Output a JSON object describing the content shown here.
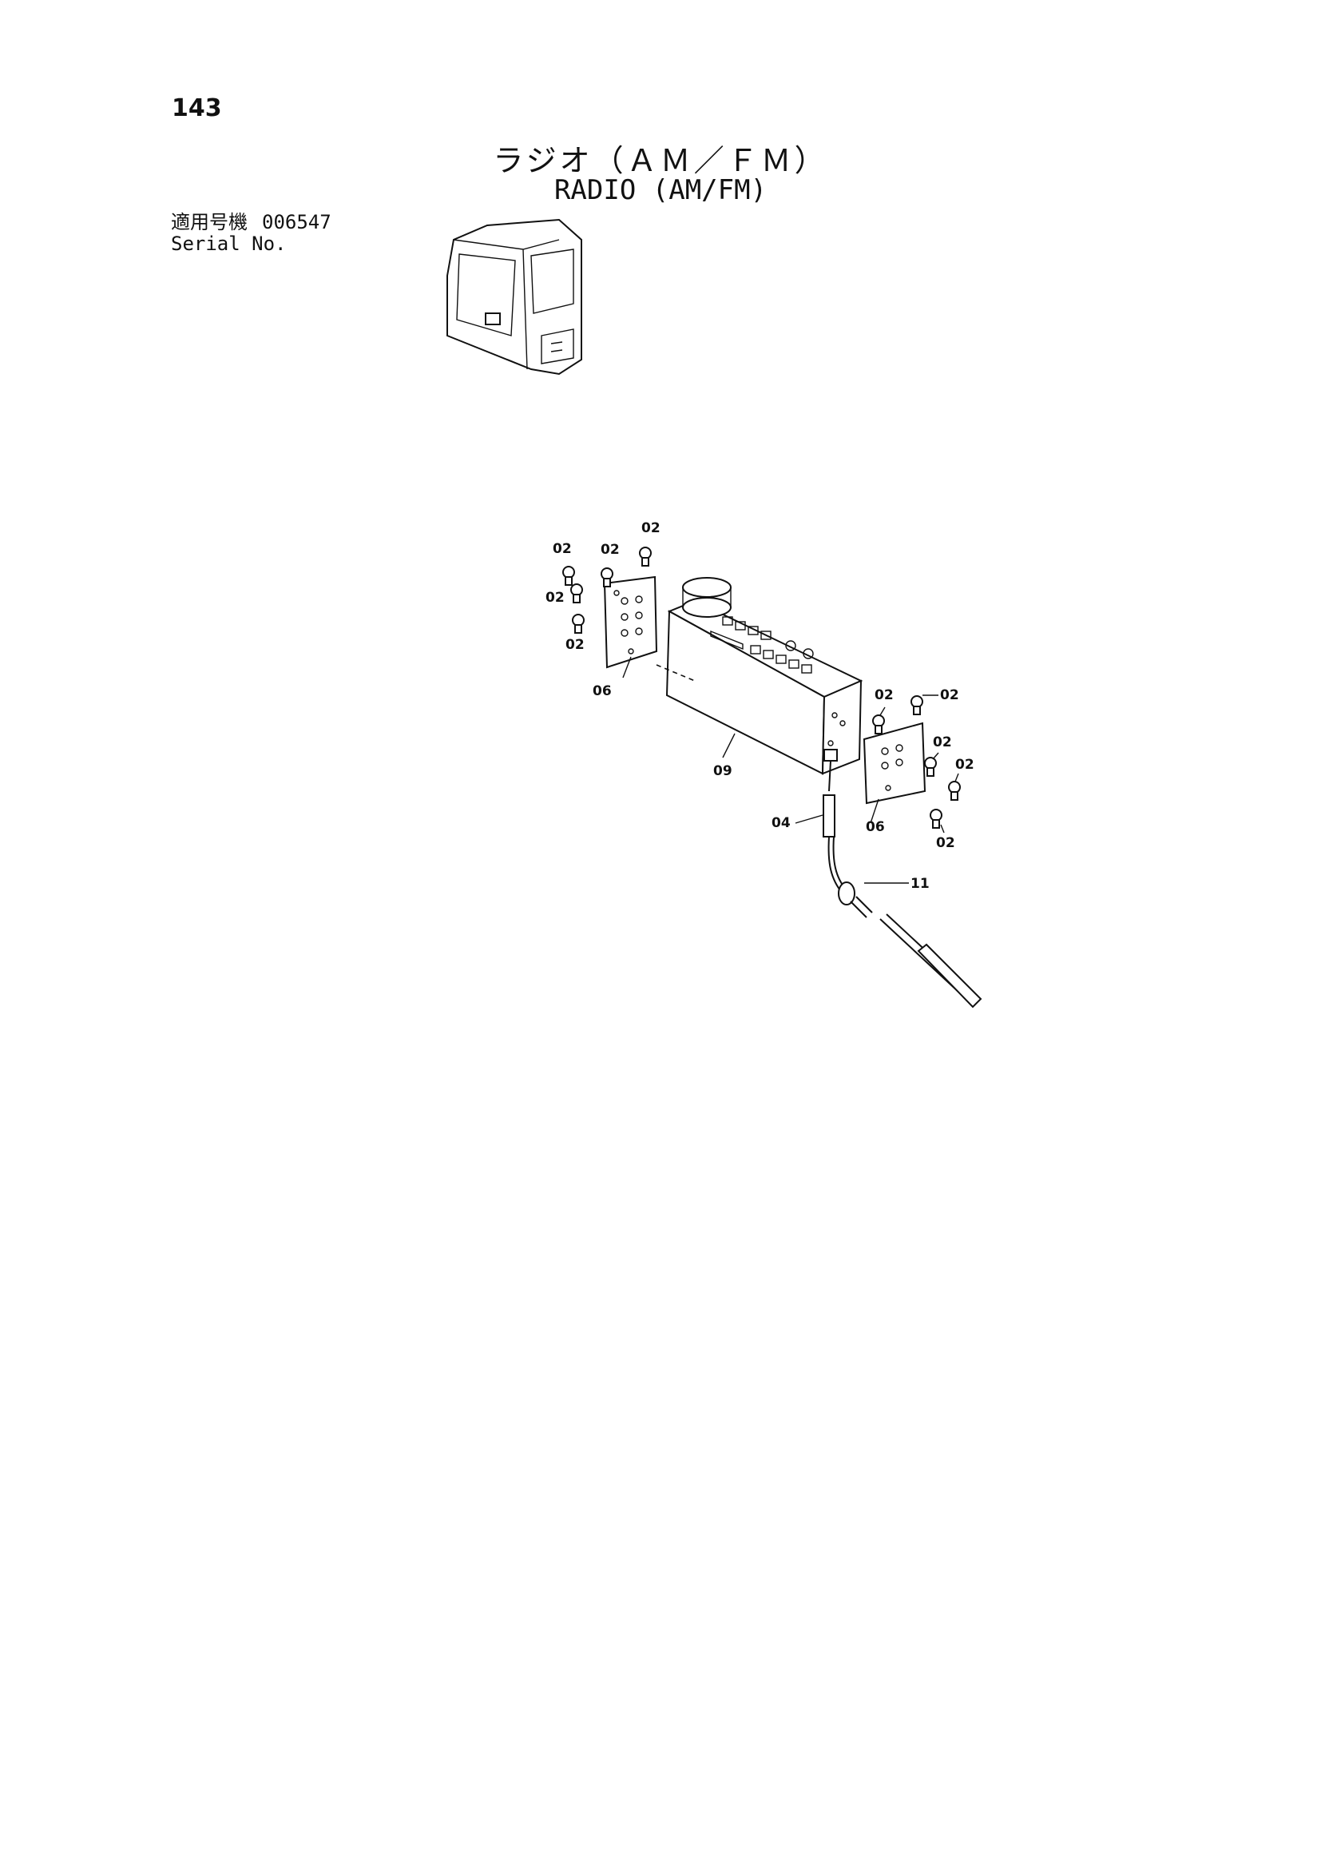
{
  "page": {
    "number": "143",
    "title_jp": "ラジオ（ＡＭ／ＦＭ）",
    "title_en": "RADIO (AM/FM)"
  },
  "serial": {
    "label_jp": "適用号機",
    "label_en": "Serial No.",
    "value": "006547"
  },
  "callouts": {
    "part_02": "02",
    "part_04": "04",
    "part_06": "06",
    "part_09": "09",
    "part_11": "11"
  }
}
